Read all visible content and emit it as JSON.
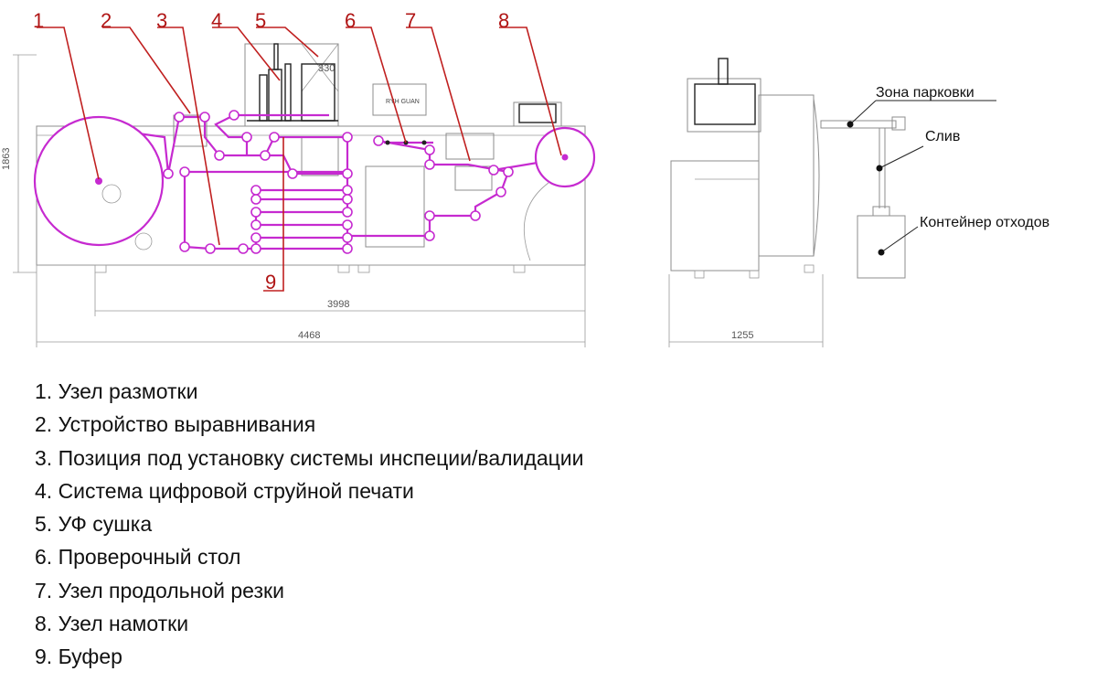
{
  "diagram": {
    "numbers": [
      "1",
      "2",
      "3",
      "4",
      "5",
      "6",
      "7",
      "8",
      "9"
    ],
    "dimensions": {
      "height": "1863",
      "length_inner": "3998",
      "length_total": "4468",
      "side_width": "1255",
      "uv_width": "330"
    },
    "machine_brand": "RYH GUAN",
    "callouts": {
      "parking": "Зона парковки",
      "drain": "Слив",
      "waste": "Контейнер отходов"
    }
  },
  "legend": [
    "1. Узел размотки",
    "2. Устройство выравнивания",
    "3. Позиция под установку системы инспеции/валидации",
    "4. Система цифровой струйной печати",
    "5. УФ сушка",
    "6. Проверочный стол",
    "7. Узел продольной резки",
    "8. Узел намотки",
    "9. Буфер"
  ],
  "colors": {
    "web_path": "#c62ad0",
    "leader_lines": "#c02020",
    "outline": "#8c8c8c"
  },
  "icons": [
    "unwind-roll-icon",
    "rewind-roll-icon",
    "roller-icon",
    "waste-container-icon"
  ]
}
